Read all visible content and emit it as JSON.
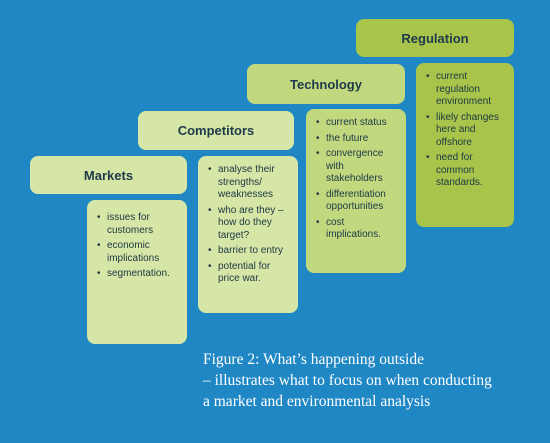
{
  "columns": [
    {
      "header": "Markets",
      "items": [
        "issues for customers",
        "economic implications",
        "segmentation."
      ]
    },
    {
      "header": "Competitors",
      "items": [
        "analyse their strengths/ weaknesses",
        "who are they – how do they target?",
        "barrier to entry",
        "potential for price war."
      ]
    },
    {
      "header": "Technology",
      "items": [
        "current status",
        "the future",
        "convergence with stakeholders",
        "differentiation opportunities",
        "cost implications."
      ]
    },
    {
      "header": "Regulation",
      "items": [
        "current regulation environment",
        "likely changes here and offshore",
        "need for common standards."
      ]
    }
  ],
  "caption": {
    "line1": "Figure 2: What’s happening outside",
    "line2": "– illustrates what to focus on when conducting",
    "line3": "a market and environmental analysis"
  },
  "colors": {
    "background": "#1f87c4",
    "light_green": "#d6e6a6",
    "mid_green": "#c2d87f",
    "dark_green": "#a8c44a"
  }
}
